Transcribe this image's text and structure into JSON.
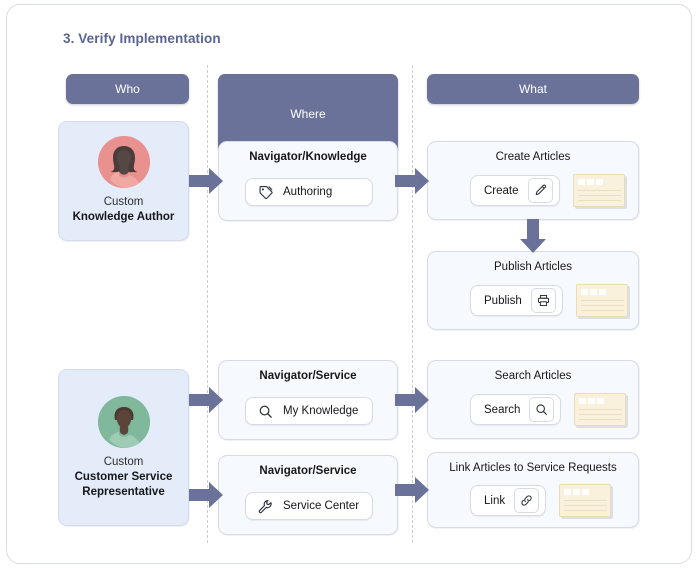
{
  "title": "3. Verify Implementation",
  "columns": [
    {
      "key": "who",
      "label": "Who"
    },
    {
      "key": "where",
      "label": "Where"
    },
    {
      "key": "what",
      "label": "What"
    }
  ],
  "personas": [
    {
      "qualifier": "Custom",
      "name": "Knowledge Author",
      "avatar": "avatar-female-pink",
      "color": "#e8918e"
    },
    {
      "qualifier": "Custom",
      "name": "Customer Service Representative",
      "avatar": "avatar-male-green",
      "color": "#7fb89b"
    }
  ],
  "where_cards": [
    {
      "title": "Navigator/Knowledge",
      "action": "Authoring",
      "icon": "tag-icon"
    },
    {
      "title": "Navigator/Service",
      "action": "My Knowledge",
      "icon": "search-icon"
    },
    {
      "title": "Navigator/Service",
      "action": "Service Center",
      "icon": "wrench-icon"
    }
  ],
  "what_cards": [
    {
      "title": "Create Articles",
      "action": "Create",
      "icon": "pencil-icon",
      "doc": "article-thumbnail"
    },
    {
      "title": "Publish Articles",
      "action": "Publish",
      "icon": "printer-icon",
      "doc": "article-thumbnail"
    },
    {
      "title": "Search Articles",
      "action": "Search",
      "icon": "search-icon",
      "doc": "article-thumbnail"
    },
    {
      "title": "Link Articles to Service Requests",
      "action": "Link",
      "icon": "link-icon",
      "doc": "article-thumbnail"
    }
  ],
  "colors": {
    "header_pill": "#6b7299",
    "arrow": "#6b7299",
    "persona_card": "#e4ecfa",
    "step_card": "#f6f9fe",
    "document": "#faf1dc",
    "title_text": "#5a6392"
  }
}
